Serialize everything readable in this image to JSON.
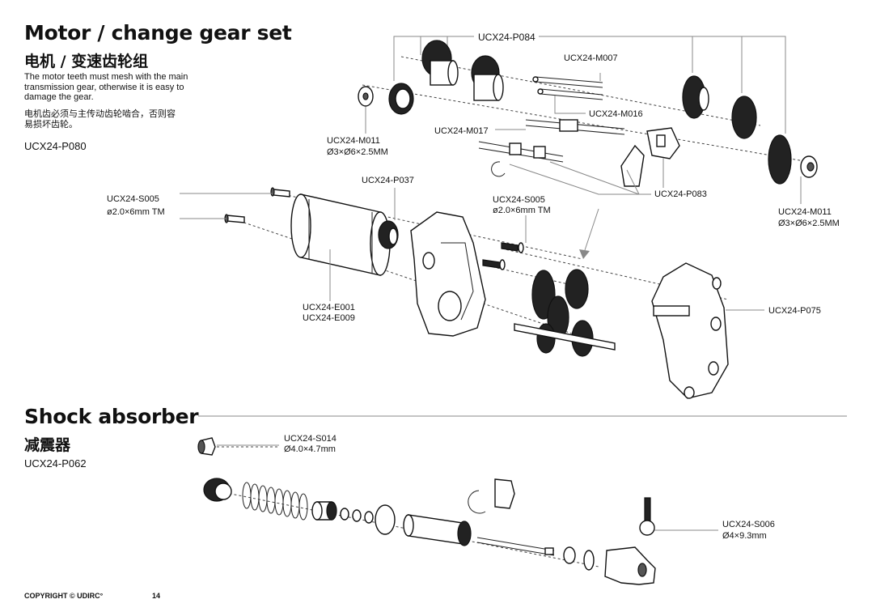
{
  "motor_section": {
    "title_en": "Motor / change gear set",
    "title_cn": "电机 / 变速齿轮组",
    "note_en": "The motor teeth must mesh with the main transmission gear, otherwise it is easy to damage the gear.",
    "note_cn": "电机齿必须与主传动齿轮啮合，否则容易损坏齿轮。",
    "code": "UCX24-P080"
  },
  "motor_labels": {
    "p084": "UCX24-P084",
    "m007": "UCX24-M007",
    "m016": "UCX24-M016",
    "m017": "UCX24-M017",
    "m011_left": "UCX24-M011",
    "m011_left_spec": "Ø3×Ø6×2.5MM",
    "p037": "UCX24-P037",
    "s005_left": "UCX24-S005",
    "s005_left_spec": "ø2.0×6mm TM",
    "s005_mid": "UCX24-S005",
    "s005_mid_spec": "ø2.0×6mm TM",
    "p083": "UCX24-P083",
    "m011_right": "UCX24-M011",
    "m011_right_spec": "Ø3×Ø6×2.5MM",
    "e001": "UCX24-E001",
    "e009": "UCX24-E009",
    "p075": "UCX24-P075"
  },
  "shock_section": {
    "title_en": "Shock absorber",
    "title_cn": "减震器",
    "code": "UCX24-P062"
  },
  "shock_labels": {
    "s014": "UCX24-S014",
    "s014_spec": "Ø4.0×4.7mm",
    "s006": "UCX24-S006",
    "s006_spec": "Ø4×9.3mm"
  },
  "footer": {
    "copyright": "COPYRIGHT © UDIRC°",
    "page_number": "14"
  }
}
